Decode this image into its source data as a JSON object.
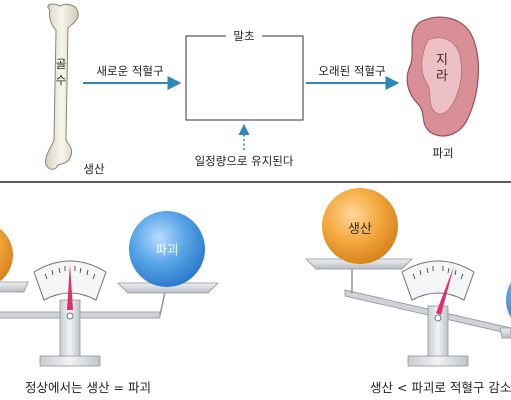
{
  "top": {
    "bone_label": "골수",
    "bone_char_1": "골",
    "bone_char_2": "수",
    "production_label": "생산",
    "new_rbc_label": "새로운 적혈구",
    "peripheral_label": "말초",
    "steady_label": "일정량으로 유지된다",
    "old_rbc_label": "오래된 적혈구",
    "spleen_char_1": "지",
    "spleen_char_2": "라",
    "destruction_label": "파괴"
  },
  "balance_left": {
    "right_ball_label": "파괴",
    "caption": "정상에서는 생산 = 파괴"
  },
  "balance_right": {
    "left_ball_label": "생산",
    "caption": "생산 < 파괴로 적혈구 감소"
  },
  "colors": {
    "arrow": "#2f86b8",
    "divider": "#222222",
    "production_ball": "#f2a43a",
    "destruction_ball": "#4f9ee0",
    "needle": "#e0306a",
    "scale_gray": "#d9dcdf",
    "spleen": "#d98f97"
  }
}
